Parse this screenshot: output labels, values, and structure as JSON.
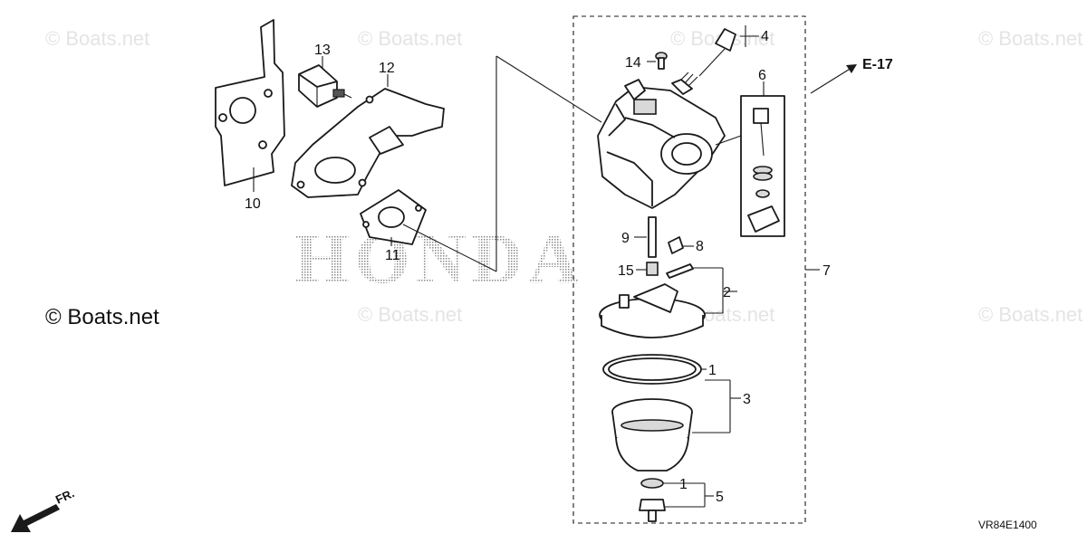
{
  "watermark": {
    "text": "© Boats.net"
  },
  "brand_mark": "HONDA",
  "assembly": {
    "callout": "7"
  },
  "reference": {
    "label": "E-17"
  },
  "front_marker": {
    "label": "FR."
  },
  "diagram_code": "VR84E1400",
  "parts": [
    {
      "id": "p1a",
      "callout": "1"
    },
    {
      "id": "p1b",
      "callout": "1"
    },
    {
      "id": "p2",
      "callout": "2"
    },
    {
      "id": "p3",
      "callout": "3"
    },
    {
      "id": "p4",
      "callout": "4"
    },
    {
      "id": "p5",
      "callout": "5"
    },
    {
      "id": "p6",
      "callout": "6"
    },
    {
      "id": "p8",
      "callout": "8"
    },
    {
      "id": "p9",
      "callout": "9"
    },
    {
      "id": "p10",
      "callout": "10"
    },
    {
      "id": "p11",
      "callout": "11"
    },
    {
      "id": "p12",
      "callout": "12"
    },
    {
      "id": "p13",
      "callout": "13"
    },
    {
      "id": "p14",
      "callout": "14"
    },
    {
      "id": "p15",
      "callout": "15"
    }
  ]
}
